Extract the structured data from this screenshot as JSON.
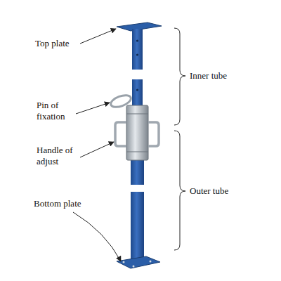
{
  "diagram": {
    "labels": [
      "Top plate",
      "Pin of fixation",
      "Handle of adjust",
      "Bottom plate",
      "Inner tube",
      "Outer tube"
    ]
  }
}
